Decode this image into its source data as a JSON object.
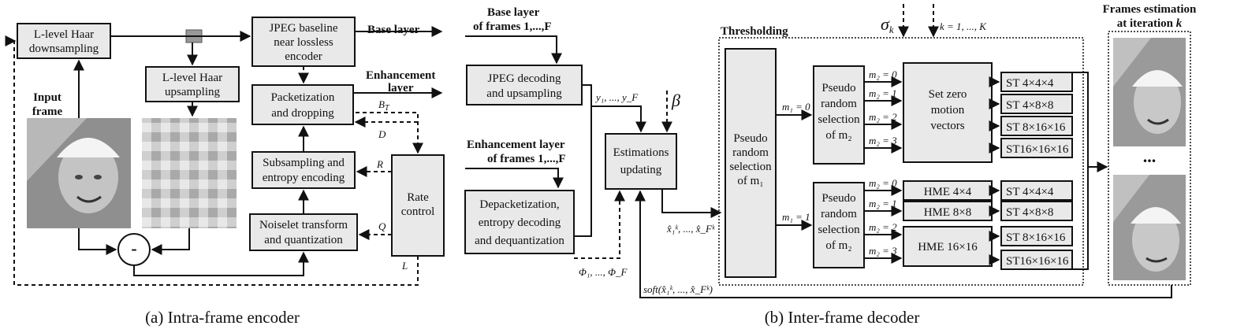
{
  "encoder": {
    "haar_down": [
      "L-level Haar",
      "downsampling"
    ],
    "haar_up": [
      "L-level Haar",
      "upsampling"
    ],
    "jpeg_enc": [
      "JPEG baseline",
      "near lossless",
      "encoder"
    ],
    "packet": [
      "Packetization",
      "and dropping"
    ],
    "subsamp": [
      "Subsampling and",
      "entropy encoding"
    ],
    "noiselet": [
      "Noiselet transform",
      "and quantization"
    ],
    "rate": [
      "Rate",
      "control"
    ],
    "input_frame": [
      "Input",
      "frame"
    ],
    "base_layer": "Base layer",
    "enh_layer": [
      "Enhancement",
      "layer"
    ],
    "minus": "-",
    "sig_bt": "B",
    "sig_bt_sub": "T",
    "sig_d": "D",
    "sig_r": "R",
    "sig_q": "Q",
    "sig_l": "L",
    "caption": "(a) Intra-frame encoder"
  },
  "decoder": {
    "base_in": [
      "Base layer",
      "of frames 1,...,F"
    ],
    "enh_in": [
      "Enhancement layer",
      "of frames 1,...,F"
    ],
    "jpeg_dec": [
      "JPEG decoding",
      "and upsampling"
    ],
    "depacket": [
      "Depacketization,",
      "entropy decoding",
      "and dequantization"
    ],
    "est_upd": [
      "Estimations",
      "updating"
    ],
    "beta": "β",
    "y_label": "y₁, ..., y_F",
    "phi_label": "Φ₁, ..., Φ_F",
    "xhat_label": "x̂₁ᵏ, ..., x̂_Fᵏ",
    "soft_label": "soft(x̂₁ᵏ, ..., x̂_Fᵏ)",
    "thresholding": "Thresholding",
    "sigma_k": "σ",
    "sigma_sub": "k",
    "k_range": "k = 1, ..., K",
    "psr_m1": [
      "Pseudo",
      "random",
      "selection",
      "of m₁"
    ],
    "psr_m2a": [
      "Pseudo",
      "random",
      "selection",
      "of m₂"
    ],
    "psr_m2b": [
      "Pseudo",
      "random",
      "selection",
      "of m₂"
    ],
    "m1_0": "m₁ = 0",
    "m1_1": "m₁ = 1",
    "m2_labels": [
      "m₂ = 0",
      "m₂ = 1",
      "m₂ = 2",
      "m₂ = 3"
    ],
    "set_zero": [
      "Set zero",
      "motion",
      "vectors"
    ],
    "hme": [
      "HME  4×4",
      "HME  8×8",
      "HME 16×16"
    ],
    "st_top": [
      "ST   4×4×4",
      "ST   4×8×8",
      "ST  8×16×16",
      "ST16×16×16"
    ],
    "st_bot": [
      "ST   4×4×4",
      "ST   4×8×8",
      "ST  8×16×16",
      "ST16×16×16"
    ],
    "frames_title": [
      "Frames estimation",
      "at iteration k"
    ],
    "ellipsis": "...",
    "caption": "(b) Inter-frame decoder"
  }
}
